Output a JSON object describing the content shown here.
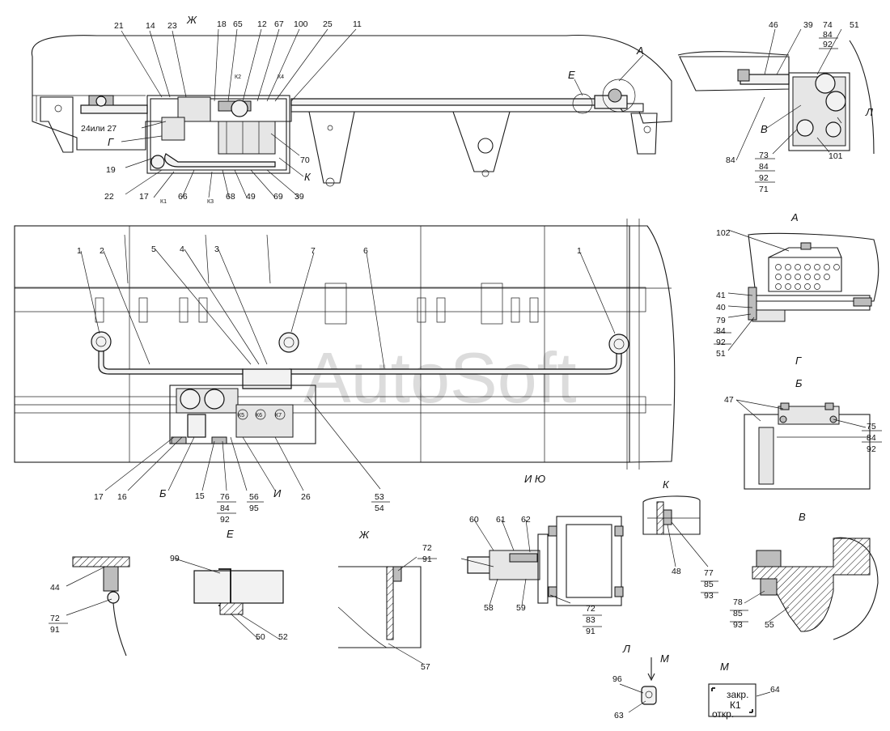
{
  "watermark": "AutoSoft",
  "view_letters": {
    "zh_top": "Ж",
    "a_top": "A",
    "e_top": "E",
    "g_top": "Г",
    "k_top": "К",
    "v_tr": "В",
    "l_tr": "Л",
    "a_detail": "A",
    "g_detail": "Г",
    "b_detail": "Б",
    "b_plan": "Б",
    "i_plan": "И",
    "io_detail": "И Ю",
    "k_detail": "К",
    "v_detail": "В",
    "e_detail": "Е",
    "zh_detail": "Ж",
    "l_detail": "Л",
    "m_arrow": "М",
    "m_detail": "М"
  },
  "plate_text": {
    "line1": "закр.",
    "line2": "К1",
    "line3": "откр."
  },
  "leaders": {
    "t21": "21",
    "t14": "14",
    "t23": "23",
    "t18": "18",
    "t65": "65",
    "t12": "12",
    "t67": "67",
    "t100": "100",
    "t25": "25",
    "t11": "11",
    "t24or27": "24или 27",
    "t19": "19",
    "t22": "22",
    "t17a": "17",
    "t66": "66",
    "t68": "68",
    "t49": "49",
    "t69": "69",
    "t39a": "39",
    "t70": "70",
    "k1": "К1",
    "k2": "К2",
    "k3": "К3",
    "k4": "К4",
    "t46": "46",
    "t39b": "39",
    "t74": "74",
    "t84a": "84",
    "t92a": "92",
    "t51a": "51",
    "t84b": "84",
    "t73": "73",
    "t84c": "84",
    "t92b": "92",
    "t71": "71",
    "t101": "101",
    "t1a": "1",
    "t2": "2",
    "t5": "5",
    "t4": "4",
    "t3": "3",
    "t7": "7",
    "t6": "6",
    "t1b": "1",
    "t17b": "17",
    "t16": "16",
    "t15": "15",
    "t76": "76",
    "t84d": "84",
    "t92c": "92",
    "t56": "56",
    "t95": "95",
    "t26": "26",
    "t53": "53",
    "t54": "54",
    "k5": "К5",
    "k6": "К6",
    "k7": "К7",
    "t102": "102",
    "t41": "41",
    "t40": "40",
    "t79": "79",
    "t84e": "84",
    "t92d": "92",
    "t51b": "51",
    "t47": "47",
    "t75": "75",
    "t84f": "84",
    "t92e": "92",
    "t60": "60",
    "t61": "61",
    "t62": "62",
    "t58": "58",
    "t59": "59",
    "t72a": "72",
    "t83": "83",
    "t91a": "91",
    "t48": "48",
    "t77": "77",
    "t85a": "85",
    "t93a": "93",
    "t78": "78",
    "t85b": "85",
    "t93b": "93",
    "t55": "55",
    "t44": "44",
    "t72b": "72",
    "t91b": "91",
    "t99": "99",
    "t50": "50",
    "t52": "52",
    "t72c": "72",
    "t91c": "91",
    "t57": "57",
    "t96": "96",
    "t63": "63",
    "t64": "64"
  }
}
